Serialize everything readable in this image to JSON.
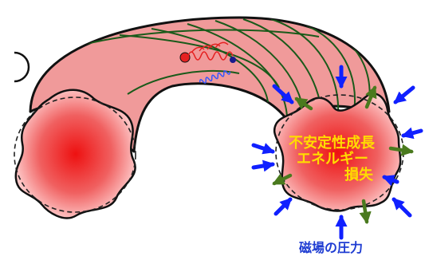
{
  "labels": {
    "instability": [
      "不安定性成長",
      "エネルギー",
      "損失"
    ],
    "magnetic_pressure": "磁場の圧力"
  },
  "colors": {
    "plasma_fill": "#f09a9a",
    "plasma_core": "#ee1111",
    "plasma_edge": "#ffd6d6",
    "outline": "#111111",
    "field_line": "#1a5a1a",
    "pressure_arrow": "#1020ff",
    "escape_arrow": "#4a7a1e",
    "text_yellow": "#ffdc00",
    "text_blue": "#1e3cd2",
    "ion_particle": "#e52222",
    "electron_particle": "#1a1a8c",
    "ion_gyro": "#e52222",
    "electron_gyro": "#3355ff"
  },
  "icons": {
    "inward_arrow": "magnetic-pressure-arrow-icon",
    "outward_arrow": "plasma-loss-arrow-icon"
  }
}
